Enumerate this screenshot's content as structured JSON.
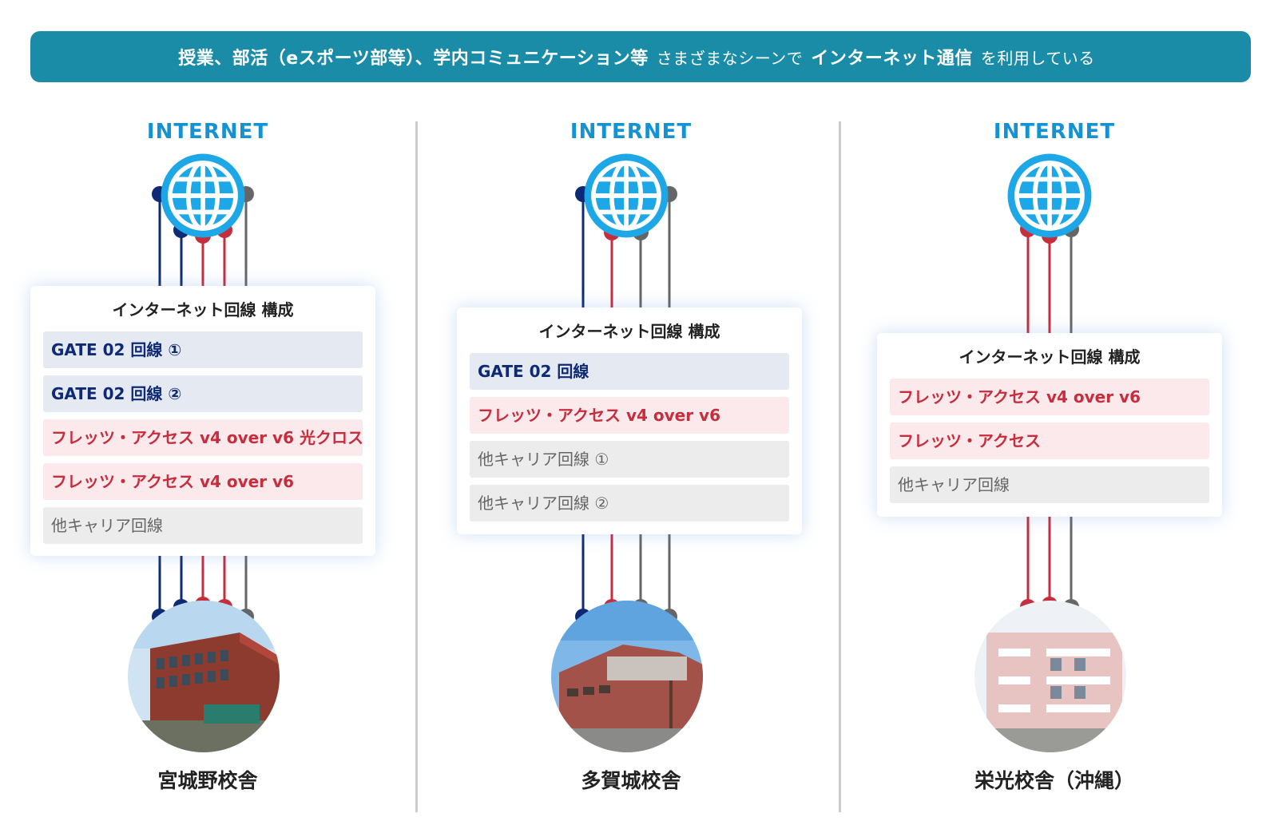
{
  "banner": {
    "part1": "授業、部活（eスポーツ部等）、学内コミュニケーション等",
    "part2": "さまざまなシーンで",
    "part3": "インターネット通信",
    "part4": "を利用している"
  },
  "colors": {
    "banner": "#1a8ca8",
    "internet_label": "#1492d3",
    "gate_line": "#0f2a74",
    "flets_line": "#c62d3d",
    "other_line": "#666666"
  },
  "columns": [
    {
      "internet_label": "INTERNET",
      "globe_icon": "globe-icon",
      "card_title": "インターネット回線 構成",
      "rows": [
        {
          "label": "GATE 02 回線 ①",
          "type": "gate"
        },
        {
          "label": "GATE 02 回線 ②",
          "type": "gate"
        },
        {
          "label": "フレッツ・アクセス v4 over v6 光クロス",
          "type": "flets"
        },
        {
          "label": "フレッツ・アクセス v4 over v6",
          "type": "flets"
        },
        {
          "label": "他キャリア回線",
          "type": "other"
        }
      ],
      "campus_name": "宮城野校舎"
    },
    {
      "internet_label": "INTERNET",
      "globe_icon": "globe-icon",
      "card_title": "インターネット回線 構成",
      "rows": [
        {
          "label": "GATE 02 回線",
          "type": "gate"
        },
        {
          "label": "フレッツ・アクセス v4 over v6",
          "type": "flets"
        },
        {
          "label": "他キャリア回線 ①",
          "type": "other"
        },
        {
          "label": "他キャリア回線 ②",
          "type": "other"
        }
      ],
      "campus_name": "多賀城校舎"
    },
    {
      "internet_label": "INTERNET",
      "globe_icon": "globe-icon",
      "card_title": "インターネット回線 構成",
      "rows": [
        {
          "label": "フレッツ・アクセス v4 over v6",
          "type": "flets"
        },
        {
          "label": "フレッツ・アクセス",
          "type": "flets"
        },
        {
          "label": "他キャリア回線",
          "type": "other"
        }
      ],
      "campus_name": "栄光校舎（沖縄）"
    }
  ]
}
